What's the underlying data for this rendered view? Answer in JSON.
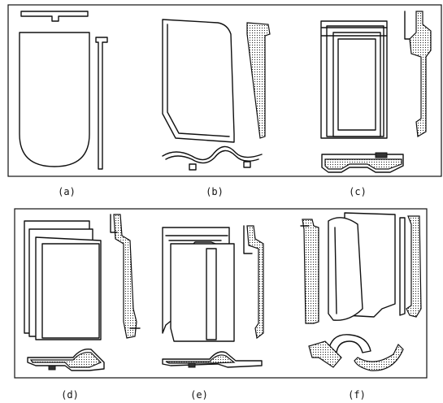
{
  "captions": {
    "a": "(a)",
    "b": "(b)",
    "c": "(c)",
    "d": "(d)",
    "e": "(e)",
    "f": "(f)"
  }
}
